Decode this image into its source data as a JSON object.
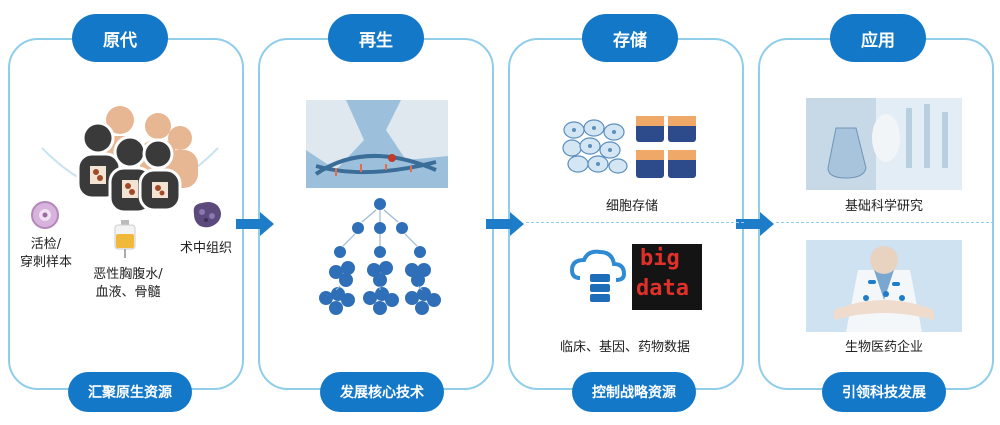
{
  "stages": [
    {
      "title": "原代",
      "footer": "汇聚原生资源"
    },
    {
      "title": "再生",
      "footer": "发展核心技术"
    },
    {
      "title": "存储",
      "footer": "控制战略资源"
    },
    {
      "title": "应用",
      "footer": "引领科技发展"
    }
  ],
  "source": {
    "biopsy": "活检/\n穿刺样本",
    "fluids": "恶性胸腹水/\n血液、骨髓",
    "surgery": "术中组织"
  },
  "storage": {
    "cells": "细胞存储",
    "data": "临床、基因、药物数据",
    "big_top": "big",
    "big_bottom": "data"
  },
  "application": {
    "research": "基础科学研究",
    "pharma": "生物医药企业"
  },
  "colors": {
    "primary": "#1478c8",
    "border": "#8fcde9",
    "arrow": "#1e7dc8"
  }
}
